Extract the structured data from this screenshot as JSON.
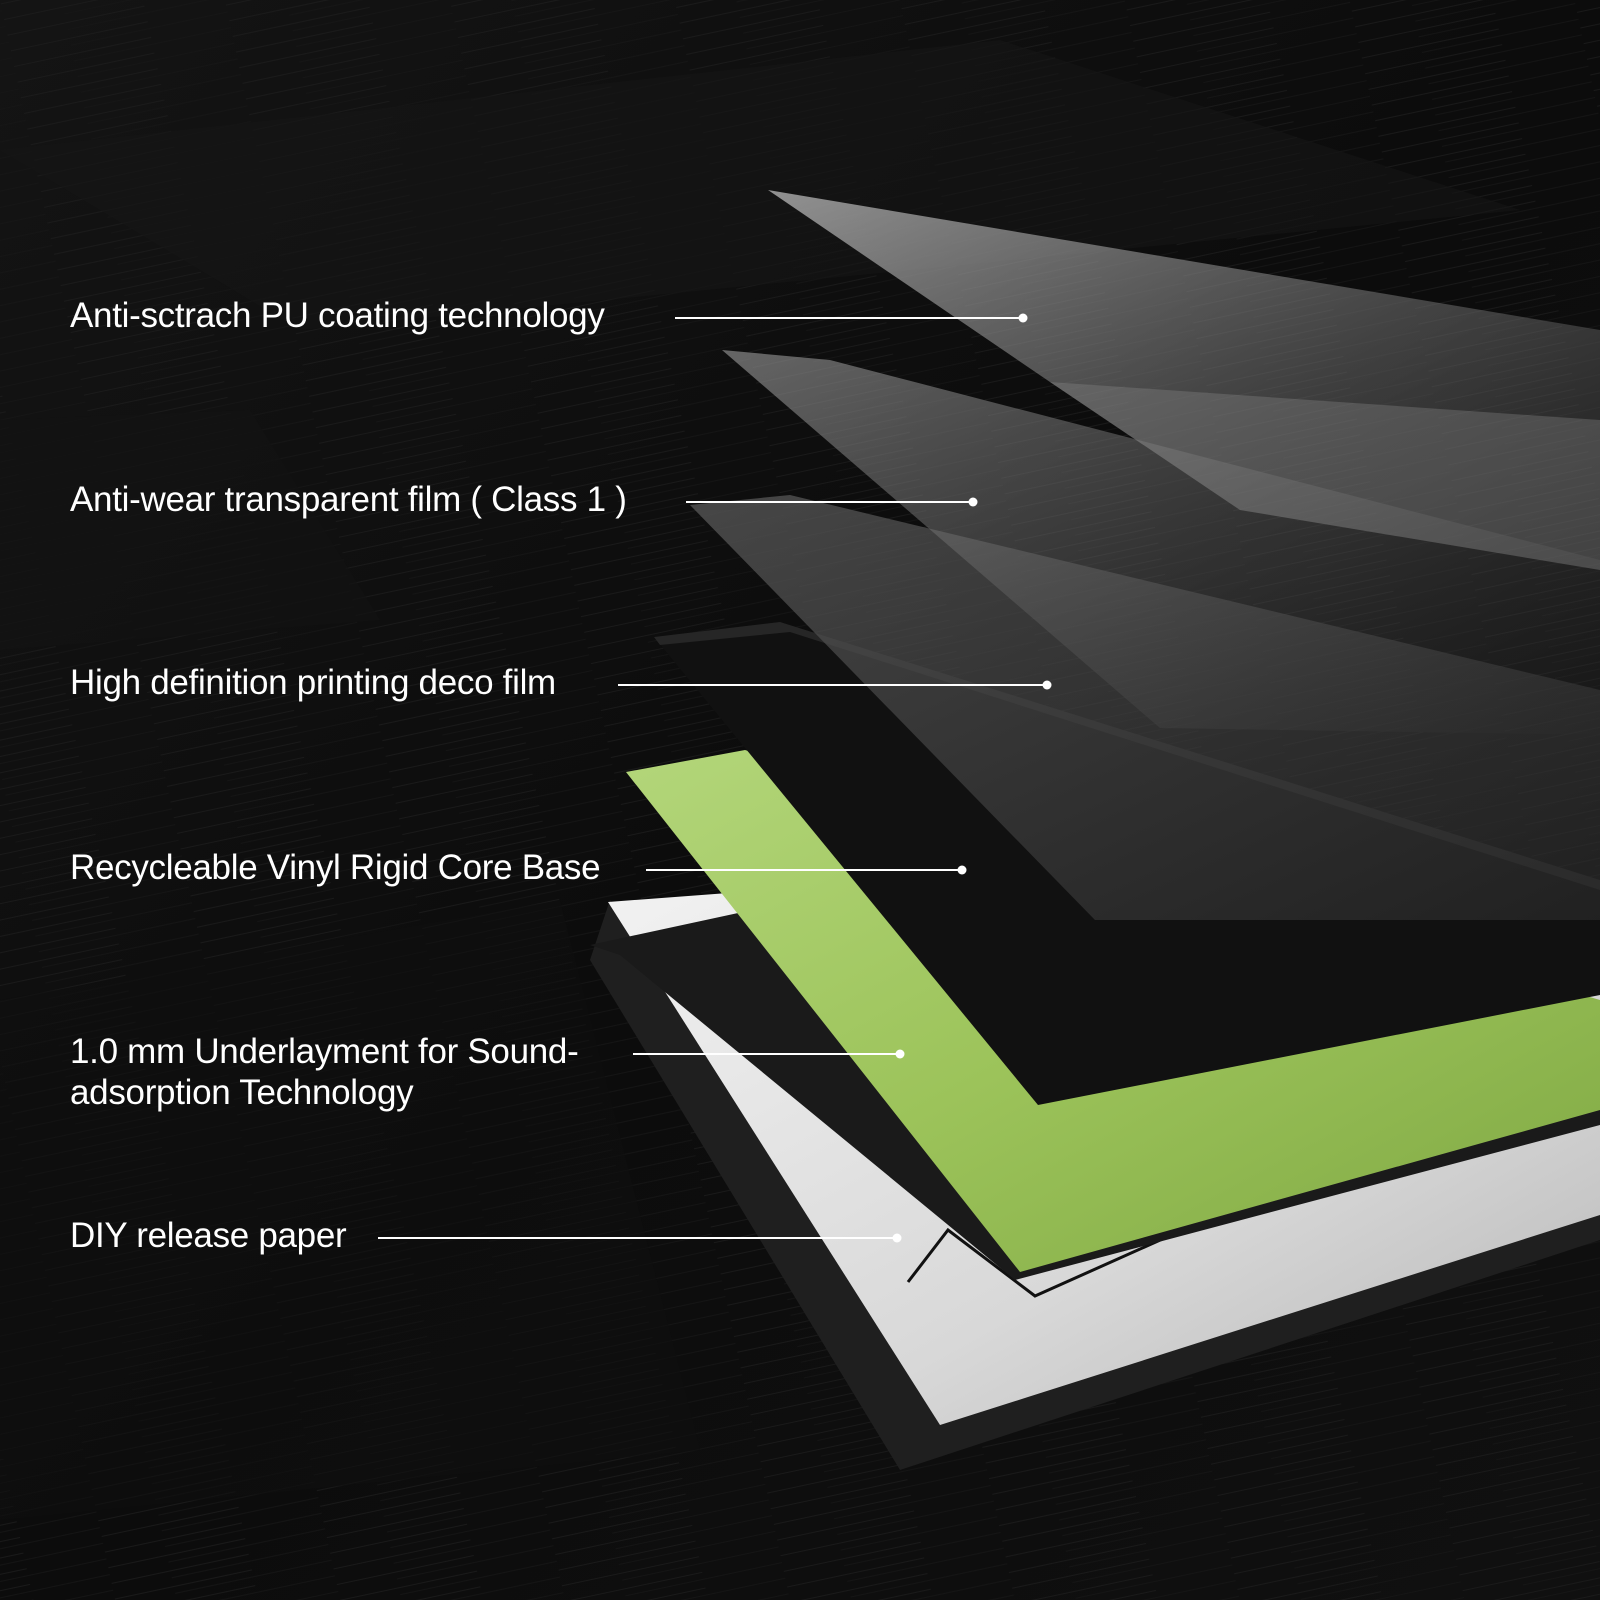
{
  "layers": [
    {
      "id": "pu-coating",
      "lines": [
        "Anti-sctrach PU coating technology"
      ]
    },
    {
      "id": "wear-film",
      "lines": [
        "Anti-wear transparent film ( Class 1 )"
      ]
    },
    {
      "id": "deco-film",
      "lines": [
        "High definition printing deco film"
      ]
    },
    {
      "id": "core-base",
      "lines": [
        "Recycleable Vinyl Rigid Core Base"
      ]
    },
    {
      "id": "underlayment",
      "lines": [
        "1.0 mm Underlayment for Sound-",
        "adsorption Technology"
      ]
    },
    {
      "id": "release-paper",
      "lines": [
        "DIY release paper"
      ]
    }
  ],
  "colors": {
    "background": "#0d0d0d",
    "label_text": "#ffffff",
    "leader_line": "#ffffff",
    "core_green": "#9cc35a",
    "release_paper": "#e6e6e6",
    "deco_black": "#111111"
  }
}
